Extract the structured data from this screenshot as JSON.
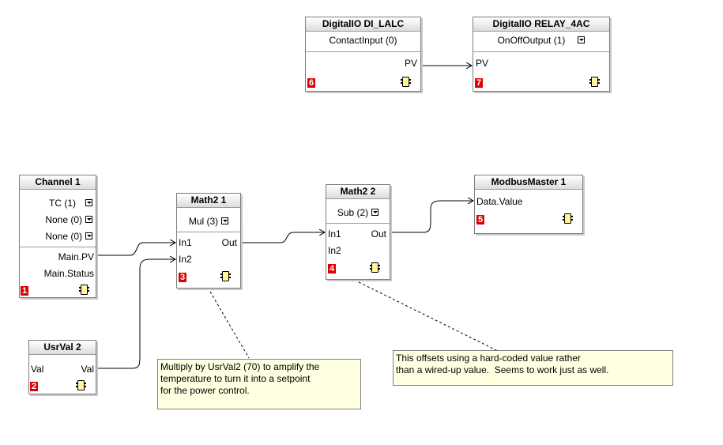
{
  "blocks": {
    "di_lalc": {
      "title": "DigitalIO DI_LALC",
      "param": "ContactInput (0)",
      "out_pv": "PV",
      "index": "6"
    },
    "relay_4ac": {
      "title": "DigitalIO RELAY_4AC",
      "param": "OnOffOutput (1)",
      "in_pv": "PV",
      "index": "7"
    },
    "channel1": {
      "title": "Channel 1",
      "params": [
        "TC (1)",
        "None (0)",
        "None (0)"
      ],
      "out_main_pv": "Main.PV",
      "out_main_status": "Main.Status",
      "index": "1"
    },
    "math2_1": {
      "title": "Math2 1",
      "param": "Mul (3)",
      "in1": "In1",
      "in2": "In2",
      "out": "Out",
      "index": "3"
    },
    "math2_2": {
      "title": "Math2 2",
      "param": "Sub (2)",
      "in1": "In1",
      "in2": "In2",
      "out": "Out",
      "index": "4"
    },
    "modbus1": {
      "title": "ModbusMaster 1",
      "in_data": "Data.Value",
      "index": "5"
    },
    "usrval2": {
      "title": "UsrVal 2",
      "in_val": "Val",
      "out_val": "Val",
      "index": "2"
    }
  },
  "notes": {
    "multiply": "Multiply by UsrVal2 (70) to amplify the\ntemperature to turn it into a setpoint\nfor the power control.",
    "offset": "This offsets using a hard-coded value rather\nthan a wired-up value.  Seems to work just as well."
  },
  "colors": {
    "badge": "#e00000",
    "icon_fill": "#fff799",
    "note_fill": "#ffffe1"
  },
  "icons": {
    "dropdown": "dropdown-arrow-icon",
    "block": "function-block-icon"
  }
}
